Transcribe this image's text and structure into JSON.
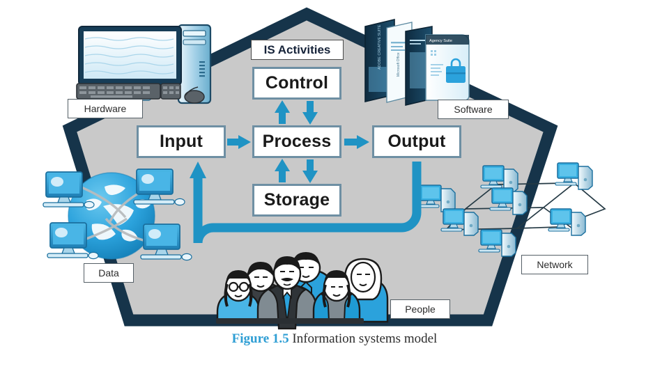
{
  "figure": {
    "label": "Figure 1.5",
    "title": "Information systems model",
    "type": "diagram"
  },
  "diagram": {
    "shape": "pentagon",
    "header_label": "IS Activities",
    "fill_color": "#c9c9c9",
    "border_color": "#16344a",
    "arrow_color": "#1f93c4",
    "box_border_color": "#6e8fa3",
    "boxes": [
      {
        "id": "control",
        "label": "Control"
      },
      {
        "id": "input",
        "label": "Input"
      },
      {
        "id": "process",
        "label": "Process"
      },
      {
        "id": "output",
        "label": "Output"
      },
      {
        "id": "storage",
        "label": "Storage"
      }
    ],
    "flows": [
      {
        "from": "Input",
        "to": "Process",
        "direction": "right"
      },
      {
        "from": "Process",
        "to": "Output",
        "direction": "right"
      },
      {
        "from": "Process",
        "to": "Control",
        "direction": "up"
      },
      {
        "from": "Control",
        "to": "Process",
        "direction": "down"
      },
      {
        "from": "Process",
        "to": "Storage",
        "direction": "down"
      },
      {
        "from": "Storage",
        "to": "Process",
        "direction": "up"
      },
      {
        "from": "Output",
        "to": "Input",
        "direction": "feedback-loop"
      }
    ]
  },
  "resources": [
    {
      "id": "hardware",
      "label": "Hardware",
      "icon": "desktop-computer-icon"
    },
    {
      "id": "software",
      "label": "Software",
      "icon": "software-boxes-icon"
    },
    {
      "id": "data",
      "label": "Data",
      "icon": "globe-network-icon"
    },
    {
      "id": "network",
      "label": "Network",
      "icon": "computer-network-icon"
    },
    {
      "id": "people",
      "label": "People",
      "icon": "group-of-people-icon"
    }
  ],
  "colors": {
    "accent_blue": "#1f93c4",
    "caption_blue": "#2e9ed4",
    "dark_navy": "#16344a",
    "pentagon_gray": "#c9c9c9",
    "light_blue": "#36a9dd",
    "pale_blue": "#bfe4f5"
  }
}
